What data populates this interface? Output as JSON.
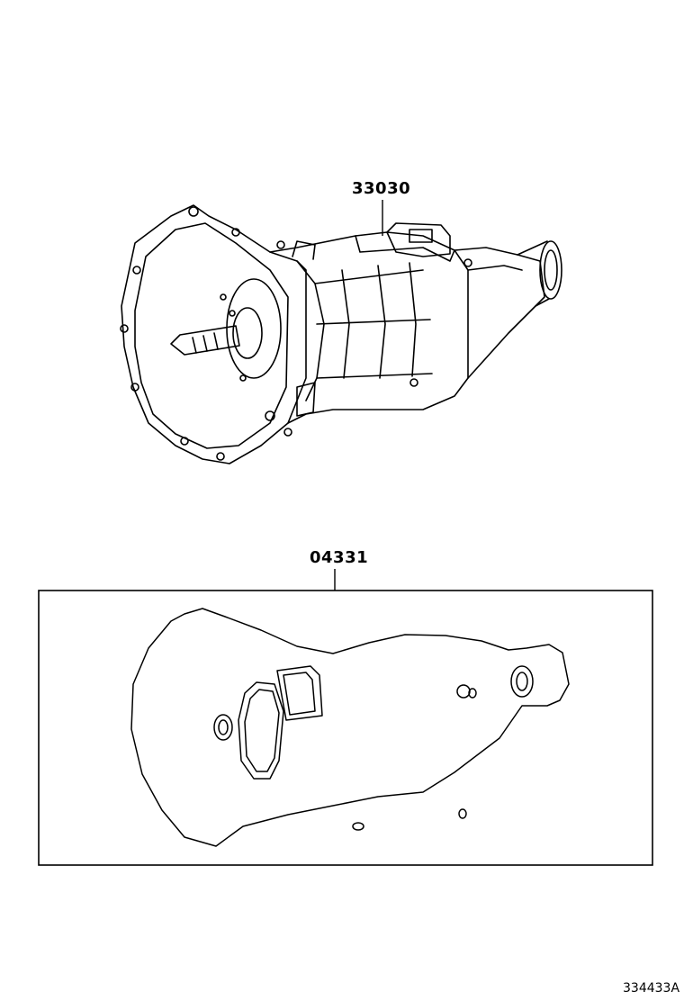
{
  "parts": [
    {
      "part_number": "33030"
    },
    {
      "part_number": "04331"
    }
  ],
  "figure_id": "334433A",
  "colors": {
    "line": "#000000",
    "background": "#ffffff"
  }
}
